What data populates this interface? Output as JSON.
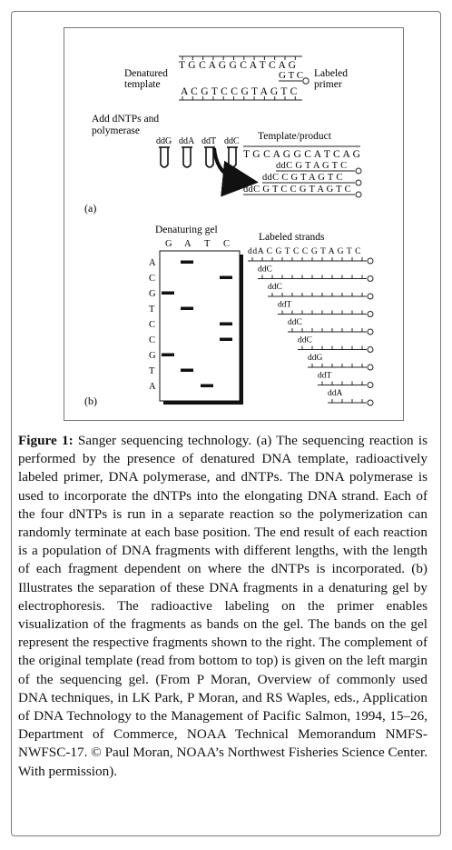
{
  "figure": {
    "panel_a": {
      "panel_label": "(a)",
      "top_template_sequence": "T G C A G G C A T C A G",
      "top_primer_sequence": "G T C",
      "denatured_template_label": [
        "Denatured",
        "template"
      ],
      "labeled_primer_label": [
        "Labeled",
        "primer"
      ],
      "bottom_sequence": "A C G T C C G T A G T C",
      "add_label": [
        "Add dNTPs and",
        "polymerase"
      ],
      "tube_labels": [
        "ddG",
        "ddA",
        "ddT",
        "ddC"
      ],
      "template_product_label": "Template/product",
      "product_template_sequence": "T G C A G G C A T C A G",
      "products": [
        "ddC G T A G T C",
        "ddC C G T A G T C",
        "ddC G T C C G T A G T C"
      ]
    },
    "panel_b": {
      "panel_label": "(b)",
      "gel_title": "Denaturing gel",
      "lane_headers": [
        "G",
        "A",
        "T",
        "C"
      ],
      "row_letters": [
        "A",
        "C",
        "G",
        "T",
        "C",
        "C",
        "G",
        "T",
        "A"
      ],
      "band_lanes": [
        "A",
        "C",
        "G",
        "A",
        "C",
        "C",
        "G",
        "A",
        "T"
      ],
      "strands_title": "Labeled strands",
      "strands": [
        {
          "label": "ddA C G T C C G T A G T C",
          "length": 11
        },
        {
          "label": "ddC",
          "length": 10
        },
        {
          "label": "ddC",
          "length": 9
        },
        {
          "label": "ddT",
          "length": 8
        },
        {
          "label": "ddC",
          "length": 7
        },
        {
          "label": "ddC",
          "length": 6
        },
        {
          "label": "ddG",
          "length": 5
        },
        {
          "label": "ddT",
          "length": 4
        },
        {
          "label": "ddA",
          "length": 3
        }
      ]
    }
  },
  "caption": {
    "label": "Figure 1:",
    "text": "Sanger sequencing technology. (a) The sequencing reaction is performed by the presence of denatured DNA template, radioactively labeled primer, DNA polymerase, and dNTPs. The DNA polymerase is used to incorporate the dNTPs into the elongating DNA strand. Each of the four dNTPs is run in a separate reaction so the polymerization can randomly terminate at each base position. The end result of each reaction is a population of DNA fragments with different lengths, with the length of each fragment dependent on where the dNTPs is incorporated. (b) Illustrates the separation of these DNA fragments in a denaturing gel by electrophoresis. The radioactive labeling on the primer enables visualization of the fragments as bands on the gel. The bands on the gel represent the respective fragments shown to the right. The complement of the original template (read from bottom to top) is given on the left margin of the sequencing gel. (From P Moran, Overview of commonly used DNA techniques, in LK Park, P Moran, and RS Waples, eds., Application of DNA Technology to the Management of Pacific Salmon, 1994, 15–26, Department of Commerce, NOAA Technical Memorandum NMFS-NWFSC-17. © Paul Moran, NOAA’s Northwest Fisheries Science Center. With permission)."
  }
}
